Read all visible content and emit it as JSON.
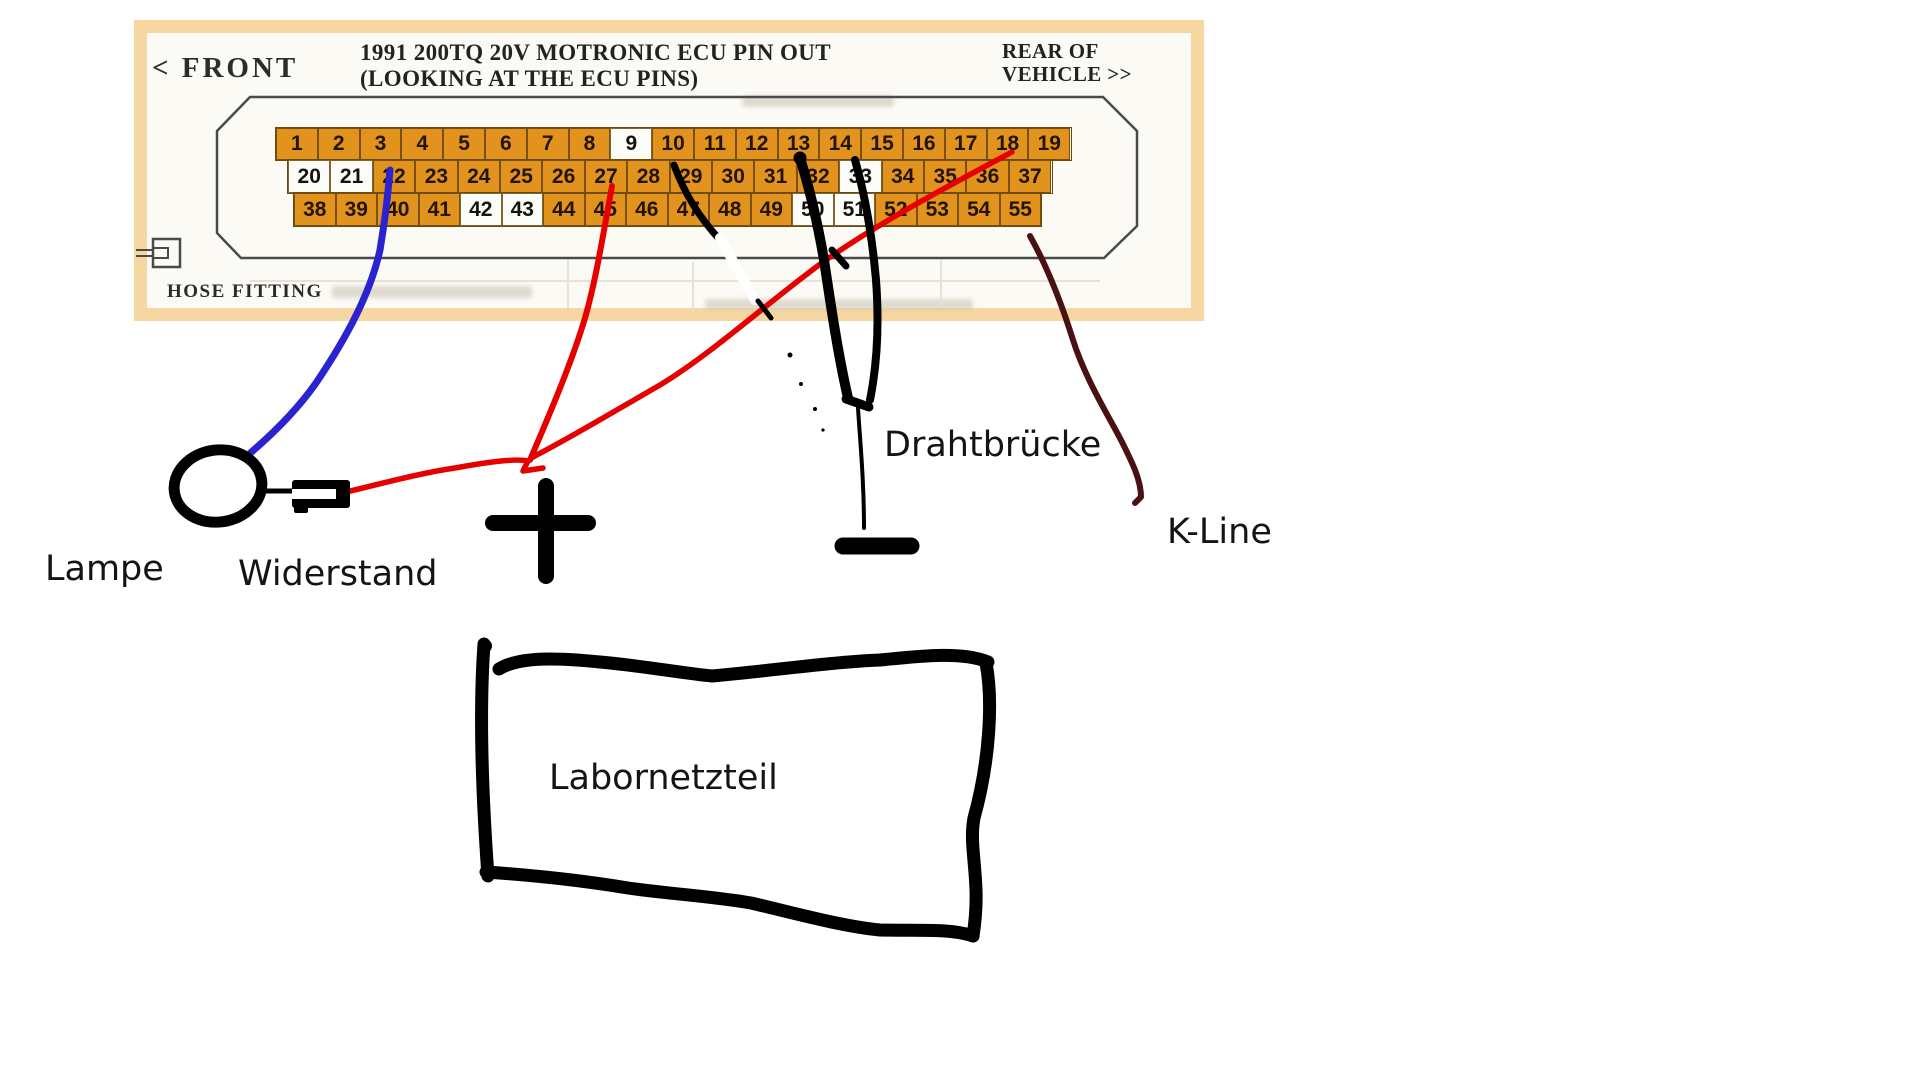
{
  "scan": {
    "front_label": "< FRONT",
    "title_line1": "1991 200TQ 20V MOTRONIC ECU PIN OUT",
    "title_line2": "(LOOKING AT THE ECU PINS)",
    "rear_line1": "REAR OF",
    "rear_line2": "VEHICLE >>",
    "hose_fitting_label": "HOSE FITTING"
  },
  "pins": {
    "rows": [
      {
        "numbers": [
          1,
          2,
          3,
          4,
          5,
          6,
          7,
          8,
          9,
          10,
          11,
          12,
          13,
          14,
          15,
          16,
          17,
          18,
          19
        ]
      },
      {
        "numbers": [
          20,
          21,
          22,
          23,
          24,
          25,
          26,
          27,
          28,
          29,
          30,
          31,
          32,
          33,
          34,
          35,
          36,
          37
        ]
      },
      {
        "numbers": [
          38,
          39,
          40,
          41,
          42,
          43,
          44,
          45,
          46,
          47,
          48,
          49,
          50,
          51,
          52,
          53,
          54,
          55
        ]
      }
    ],
    "white_pins": [
      9,
      20,
      21,
      33,
      42,
      43,
      50,
      51
    ]
  },
  "annotations": {
    "lampe": "Lampe",
    "widerstand": "Widerstand",
    "drahtbruecke": "Drahtbrücke",
    "k_line": "K-Line",
    "labornetzteil": "Labornetzteil",
    "plus_symbol": "+",
    "minus_symbol": "−"
  },
  "wires": [
    {
      "name": "blue-wire",
      "color": "#2a24d0",
      "from": "pin 22",
      "to": "Lampe"
    },
    {
      "name": "red-wire-pin27",
      "color": "#e60000",
      "from": "pin 27",
      "to": "plus junction"
    },
    {
      "name": "red-wire-pin18",
      "color": "#e60000",
      "from": "pin 18",
      "to": "plus junction"
    },
    {
      "name": "red-wire-widerstand",
      "color": "#e60000",
      "from": "Widerstand",
      "to": "plus junction"
    },
    {
      "name": "black-wire-pin10",
      "color": "#000000",
      "from": "pin 10",
      "to": "erased stub"
    },
    {
      "name": "drahtbruecke-wire",
      "color": "#000000",
      "from": "pin 13",
      "to": "pin 14"
    },
    {
      "name": "minus-wire",
      "color": "#000000",
      "from": "Drahtbrücke bridge",
      "to": "minus terminal"
    },
    {
      "name": "k-line-wire",
      "color": "#4a1115",
      "from": "connector bottom right",
      "to": "K-Line"
    }
  ],
  "colors": {
    "scan_border": "#f6d7a2",
    "pin_orange": "#e2931d",
    "connector_outline": "#4a4a4a",
    "ink_black": "#000000"
  }
}
